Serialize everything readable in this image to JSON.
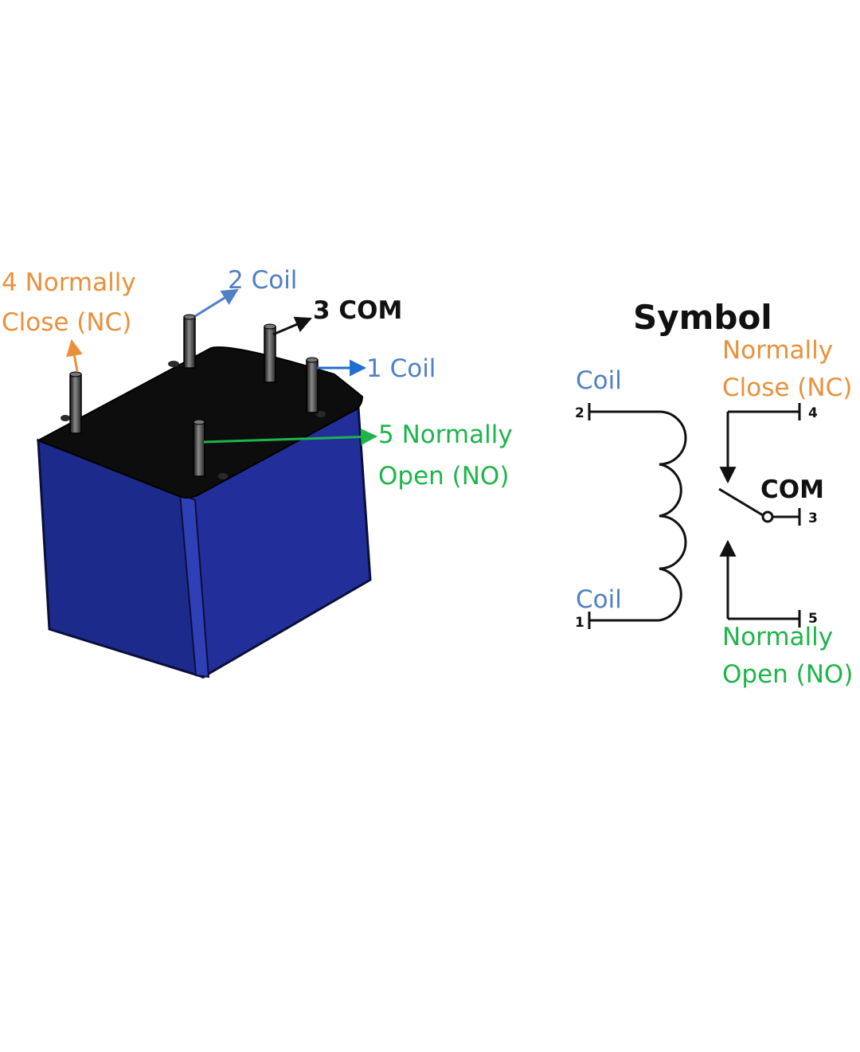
{
  "colors": {
    "orange": "#E8913A",
    "blue_label": "#4F7FC4",
    "arrow_blue": "#1F6FD0",
    "green": "#1DB54A",
    "black": "#111111",
    "relay_top": "#0d0d0d",
    "relay_front": "#1c2a8c",
    "relay_side": "#222f9a"
  },
  "relay_labels": {
    "pin4_line1": "4 Normally",
    "pin4_line2": "Close (NC)",
    "pin2": "2 Coil",
    "pin3": "3 COM",
    "pin1": "1 Coil",
    "pin5_line1": "5 Normally",
    "pin5_line2": "Open (NO)"
  },
  "symbol": {
    "title": "Symbol",
    "coil_top": "Coil",
    "coil_bottom": "Coil",
    "nc_line1": "Normally",
    "nc_line2": "Close (NC)",
    "com": "COM",
    "no_line1": "Normally",
    "no_line2": "Open (NO)",
    "pin_numbers": {
      "p1": "1",
      "p2": "2",
      "p3": "3",
      "p4": "4",
      "p5": "5"
    }
  }
}
